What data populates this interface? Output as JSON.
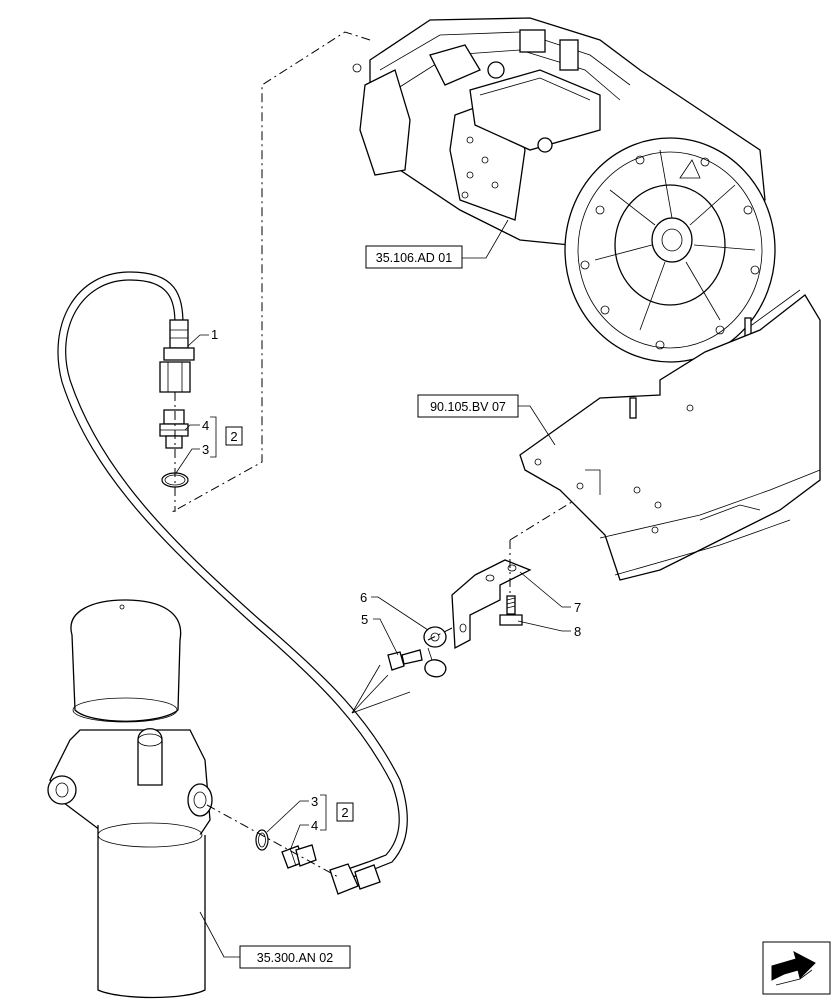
{
  "references": {
    "pump": "35.106.AD 01",
    "frame": "90.105.BV 07",
    "filter": "35.300.AN 02"
  },
  "callouts": {
    "c1": "1",
    "c3_top": "3",
    "c4_top": "4",
    "c3_bottom": "3",
    "c4_bottom": "4",
    "c5": "5",
    "c6": "6",
    "c7": "7",
    "c8": "8",
    "kit_top": "2",
    "kit_bottom": "2"
  },
  "icons": {
    "navigation": "next-page-arrow-icon"
  }
}
